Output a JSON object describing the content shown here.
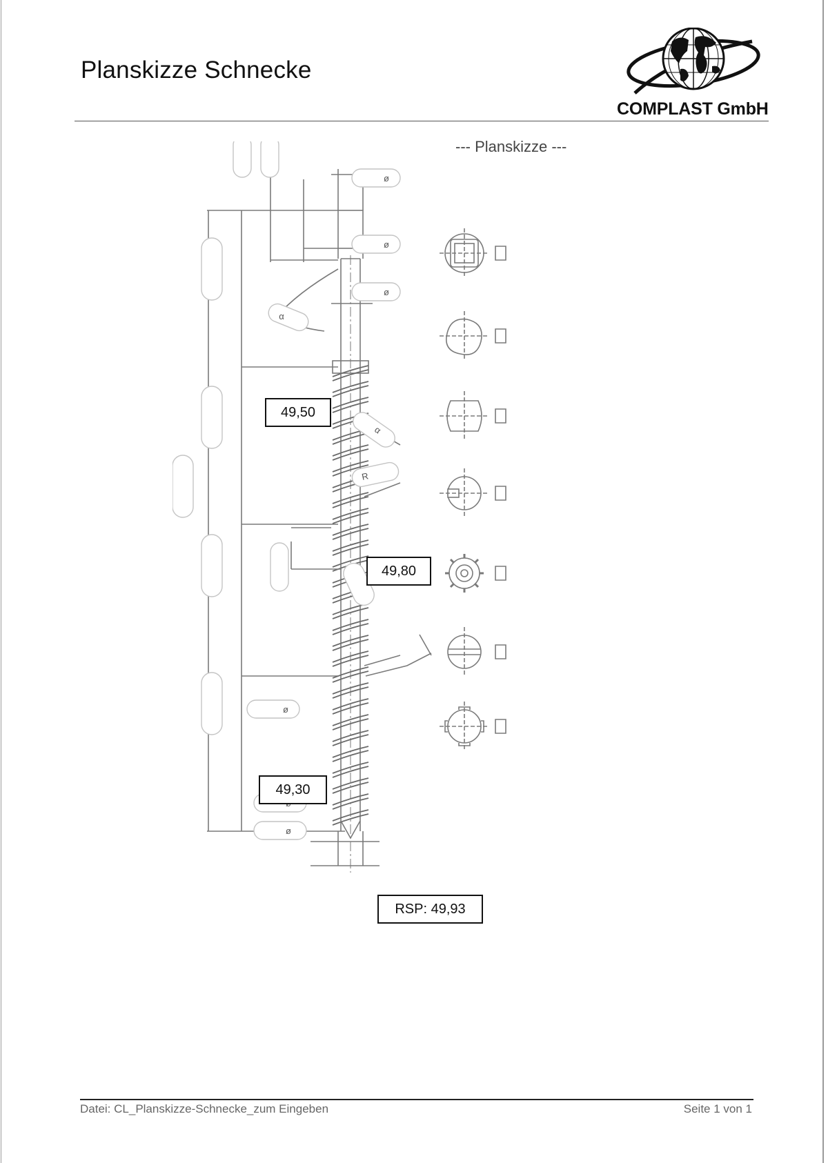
{
  "document": {
    "title": "Planskizze Schnecke",
    "company": "COMPLAST GmbH",
    "caption": "--- Planskizze ---"
  },
  "drawing": {
    "dimension_symbols": {
      "diameter": "ø",
      "radius": "R",
      "angle": "α"
    },
    "measurements": {
      "feed_zone": "49,50",
      "compression_zone": "49,80",
      "metering_zone": "49,30",
      "rsp": "RSP: 49,93"
    }
  },
  "footer": {
    "file": "Datei: CL_Planskizze-Schnecke_zum Eingeben",
    "page": "Seite 1 von 1"
  },
  "colors": {
    "line": "#7a7a7a",
    "text": "#111111",
    "footer_text": "#666666"
  }
}
